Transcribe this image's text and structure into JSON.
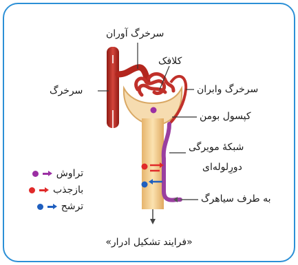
{
  "labels": {
    "afferent": "سرخرگ آوران",
    "glomerulus": "کلافک",
    "artery": "سرخرگ",
    "efferent": "سرخرگ وابران",
    "bowman": "کپسول بومن",
    "capillary_line1": "شبکهٔ مویرگی",
    "capillary_line2": "دورِلوله‌ای",
    "to_vein": "به طرف سیاهرگ"
  },
  "legend": [
    {
      "label": "تراوش",
      "color": "#9b2fa3"
    },
    {
      "label": "بازجذب",
      "color": "#e02a2a"
    },
    {
      "label": "ترشح",
      "color": "#1f5fbf"
    }
  ],
  "caption": "«فرایند تشکیل ادرار»",
  "colors": {
    "frame": "#2b8fd6",
    "artery": "#b3261e",
    "tubule": "#f2c98a",
    "vein": "#8e3b8f"
  }
}
